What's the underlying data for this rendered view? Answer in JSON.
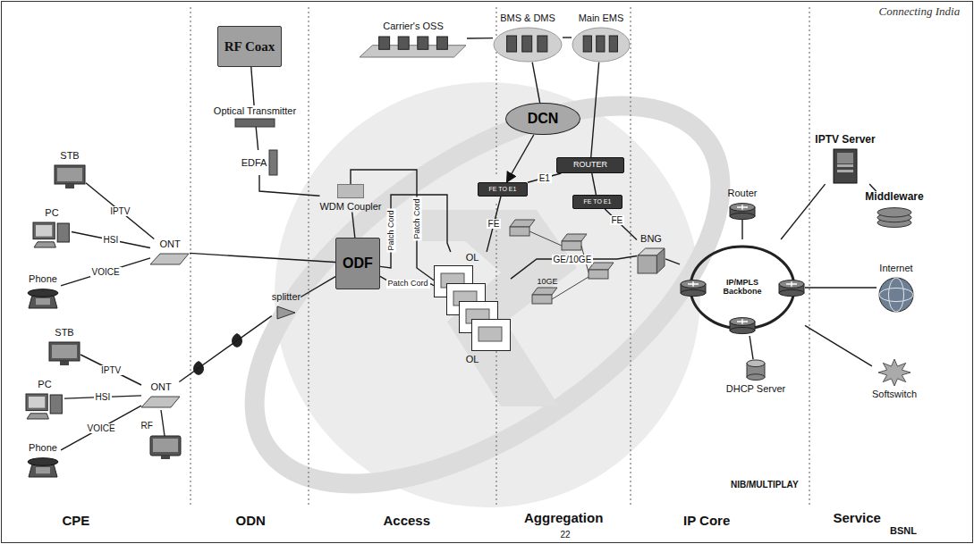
{
  "diagram": {
    "nodes": [
      {
        "text": [
          "RF Coax"
        ]
      },
      {
        "text": [
          "Optical Transmitter"
        ]
      },
      {
        "text": [
          "EDFA"
        ]
      },
      {
        "text": [
          "WDM Coupler"
        ]
      },
      {
        "text": [
          "ODF"
        ]
      },
      {
        "text": [
          "Carrier's OSS"
        ]
      },
      {
        "text": [
          "BMS & DMS"
        ]
      },
      {
        "text": [
          "Main EMS"
        ]
      },
      {
        "text": [
          "DCN"
        ]
      },
      {
        "text": [
          "ROUTER"
        ]
      },
      {
        "text": [
          "FE TO E1"
        ]
      },
      {
        "text": [
          "FE TO E1"
        ]
      },
      {
        "text": [
          "STB"
        ]
      },
      {
        "text": [
          "PC"
        ]
      },
      {
        "text": [
          "Phone"
        ]
      },
      {
        "text": [
          "ONT"
        ]
      },
      {
        "text": [
          "STB"
        ]
      },
      {
        "text": [
          "PC"
        ]
      },
      {
        "text": [
          "Phone"
        ]
      },
      {
        "text": [
          "ONT"
        ]
      },
      {
        "text": [
          "splitter"
        ]
      },
      {
        "text": [
          "OL",
          "OL"
        ]
      },
      {
        "text": [
          "BNG"
        ]
      },
      {
        "text": [
          "Router"
        ]
      },
      {
        "text": [
          "IP/MPLS Backbone"
        ]
      },
      {
        "text": [
          "DHCP Server"
        ]
      },
      {
        "text": [
          "IPTV Server"
        ]
      },
      {
        "text": [
          "Middleware"
        ]
      },
      {
        "text": [
          "Internet"
        ]
      },
      {
        "text": [
          "Softswitch"
        ]
      }
    ],
    "edges": [
      {
        "from": 0,
        "to": 1,
        "arrow": "none"
      },
      {
        "from": 1,
        "to": 2,
        "arrow": "none"
      },
      {
        "from": 2,
        "to": 3,
        "arrow": "none"
      },
      {
        "from": 3,
        "to": 4,
        "arrow": "none"
      },
      {
        "from": 3,
        "to": 21,
        "label": "Patch Cord",
        "arrow": "none"
      },
      {
        "from": 4,
        "to": 21,
        "label": "Patch Cord",
        "arrow": "none"
      },
      {
        "from": 4,
        "to": 21,
        "label": "Patch Cord",
        "arrow": "none"
      },
      {
        "from": 12,
        "to": 15,
        "label": "IPTV",
        "arrow": "none"
      },
      {
        "from": 13,
        "to": 15,
        "label": "HSI",
        "arrow": "none"
      },
      {
        "from": 14,
        "to": 15,
        "label": "VOICE",
        "arrow": "none"
      },
      {
        "from": 15,
        "to": 4,
        "arrow": "none"
      },
      {
        "from": 16,
        "to": 19,
        "label": "IPTV",
        "arrow": "none"
      },
      {
        "from": 17,
        "to": 19,
        "label": "HSI",
        "arrow": "none"
      },
      {
        "from": 18,
        "to": 19,
        "label": "VOICE",
        "arrow": "none"
      },
      {
        "from": 19,
        "to": 20,
        "arrow": "none"
      },
      {
        "from": 20,
        "to": 4,
        "arrow": "none"
      },
      {
        "from": 5,
        "to": 6,
        "arrow": "none"
      },
      {
        "from": 6,
        "to": 7,
        "arrow": "none"
      },
      {
        "from": 8,
        "to": 10,
        "arrow": "to"
      },
      {
        "from": 6,
        "to": 8,
        "arrow": "none"
      },
      {
        "from": 7,
        "to": 9,
        "arrow": "none"
      },
      {
        "from": 9,
        "to": 10,
        "label": "E1",
        "arrow": "none"
      },
      {
        "from": 9,
        "to": 11,
        "arrow": "none"
      },
      {
        "from": 10,
        "to": 21,
        "label": "FE",
        "arrow": "none"
      },
      {
        "from": 11,
        "to": 22,
        "label": "FE",
        "arrow": "none"
      },
      {
        "from": 21,
        "to": 22,
        "label": "GE/10GE",
        "arrow": "none"
      },
      {
        "from": 22,
        "to": 24,
        "arrow": "none"
      },
      {
        "from": 23,
        "to": 24,
        "arrow": "none"
      },
      {
        "from": 24,
        "to": 25,
        "arrow": "none"
      },
      {
        "from": 24,
        "to": 26,
        "arrow": "none"
      },
      {
        "from": 24,
        "to": 28,
        "arrow": "none"
      },
      {
        "from": 24,
        "to": 29,
        "arrow": "none"
      },
      {
        "from": 26,
        "to": 27,
        "arrow": "none"
      }
    ],
    "labels": [
      "Connecting India",
      "10GE",
      "RF",
      "NIB/MULTIPLAY",
      "CPE",
      "ODN",
      "Access",
      "Aggregation",
      "22",
      "IP Core",
      "Service",
      "BSNL"
    ]
  }
}
